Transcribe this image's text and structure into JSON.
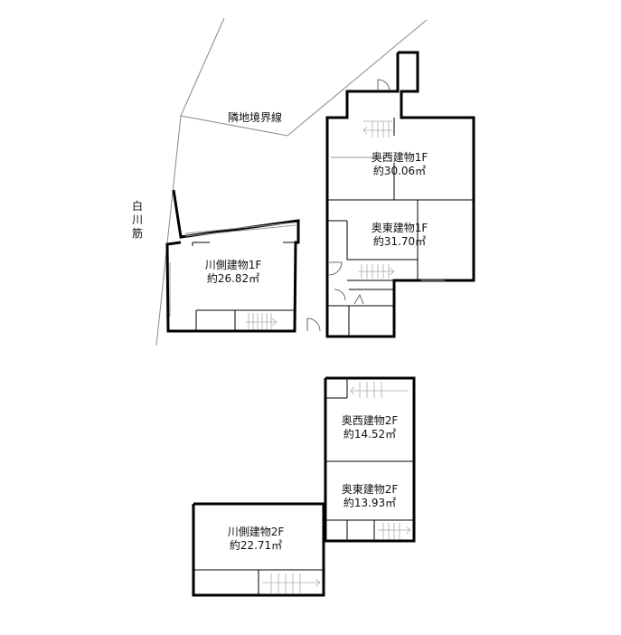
{
  "site": {
    "neighbor_boundary": "隣地境界線",
    "river_street": "白川筋"
  },
  "rooms": {
    "okunishi_1f": {
      "name": "奥西建物1F",
      "area": "約30.06㎡"
    },
    "okuhigashi_1f": {
      "name": "奥東建物1F",
      "area": "約31.70㎡"
    },
    "kawagawa_1f": {
      "name": "川側建物1F",
      "area": "約26.82㎡"
    },
    "okunishi_2f": {
      "name": "奥西建物2F",
      "area": "約14.52㎡"
    },
    "okuhigashi_2f": {
      "name": "奥東建物2F",
      "area": "約13.93㎡"
    },
    "kawagawa_2f": {
      "name": "川側建物2F",
      "area": "約22.71㎡"
    }
  }
}
